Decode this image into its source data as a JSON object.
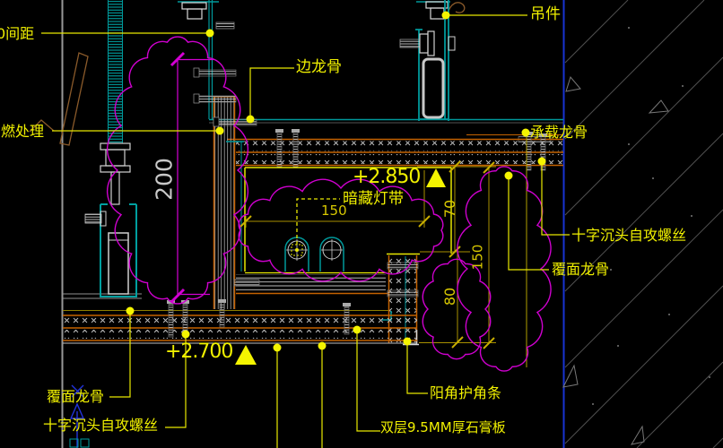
{
  "drawing": {
    "labels": {
      "spacing": "0间距",
      "flame": "燃处理",
      "edge_keel": "边龙骨",
      "hanger": "吊件",
      "load_keel": "承载龙骨",
      "screw_right": "十字沉头自攻螺丝",
      "face_keel_right": "覆面龙骨",
      "light_strip": "暗藏灯带",
      "corner_bead": "阳角护角条",
      "gypsum": "双层9.5MM厚石膏板",
      "face_keel_left": "覆面龙骨",
      "screw_left": "十字沉头自攻螺丝"
    },
    "elevations": {
      "upper": "+2.850",
      "lower": "+2.700"
    },
    "dimensions": {
      "height": "200",
      "width": "150",
      "upper_gap": "70",
      "total": "150",
      "lower_gap": "80"
    },
    "colors": {
      "leader_yellow": "#f0f000",
      "structure_teal": "#00999b",
      "board_orange": "#c46200",
      "cloud_magenta": "#cf00cf",
      "wall_blue": "#1733d2",
      "dim_olive": "#a89000"
    }
  }
}
